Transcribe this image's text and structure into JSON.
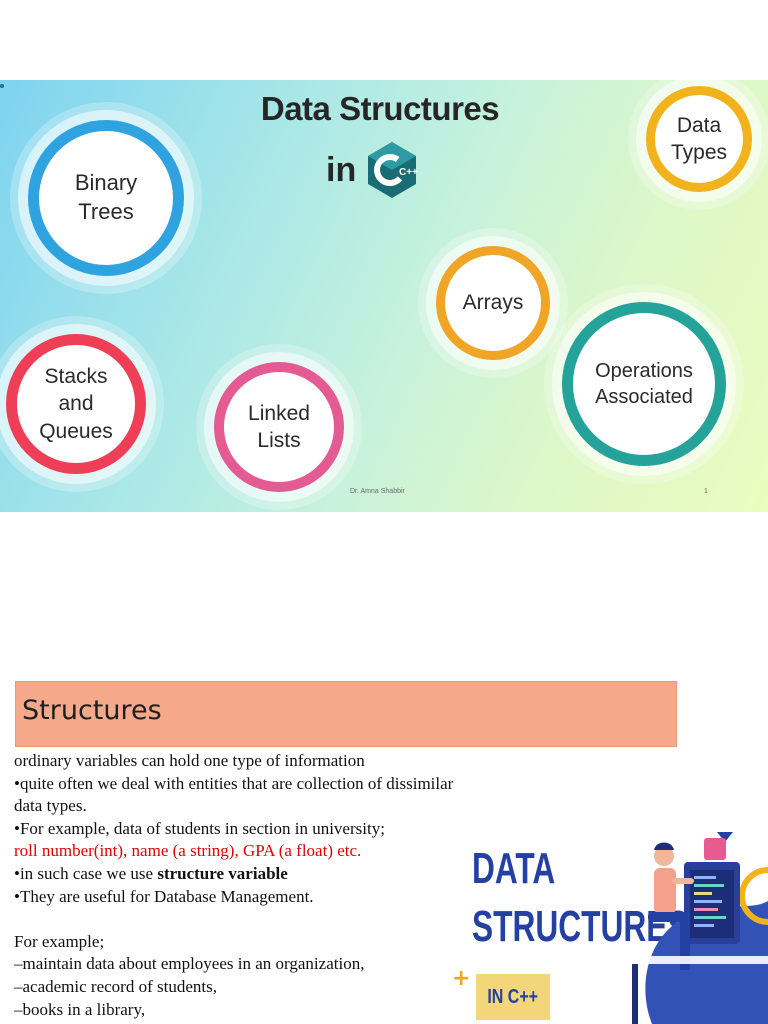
{
  "slide1": {
    "title": "Data Structures",
    "in_word": "in",
    "logo_text": "C++",
    "bubbles": {
      "binary": "Binary\nTrees",
      "types": "Data\nTypes",
      "arrays": "Arrays",
      "stacks": "Stacks\nand\nQueues",
      "linked": "Linked\nLists",
      "ops": "Operations\nAssociated"
    },
    "footer_author": "Dr. Amna Shabbir",
    "page_number": "1"
  },
  "slide2": {
    "header_title": "Structures",
    "lines": [
      "ordinary variables can hold one type of information",
      "•quite often we deal with entities that are collection of dissimilar",
      "data types.",
      "•For example, data of students in section in university;",
      "roll number(int), name (a string), GPA (a float) etc.",
      "•in such case we use ",
      "structure variable",
      "•They are useful for Database Management.",
      "For example;",
      "–maintain data about employees in an organization,",
      "–academic record of students,",
      "–books in a library,"
    ],
    "illustration": {
      "title_line1": "DATA",
      "title_line2": "STRUCTURES",
      "badge": "IN C++",
      "plus": "+"
    }
  },
  "colors": {
    "binary": "#2fa3e0",
    "types": "#f2b21c",
    "arrays": "#f0a526",
    "stacks": "#ef3f57",
    "linked": "#e45b93",
    "ops": "#25a39a",
    "header_bg": "#f5a98a",
    "red_text": "#e00000",
    "illus_blue": "#2540a3"
  }
}
